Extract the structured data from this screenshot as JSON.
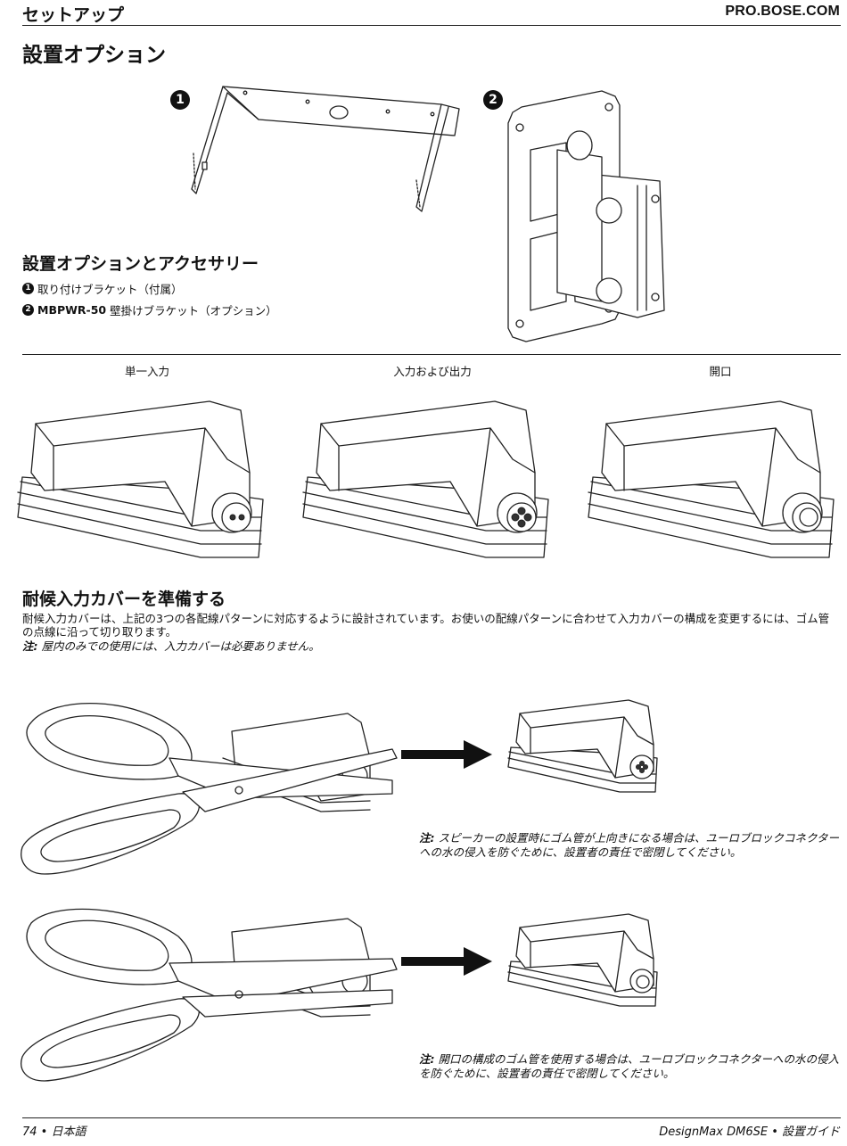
{
  "header": {
    "section": "セットアップ",
    "site": "PRO.BOSE.COM"
  },
  "title": "設置オプション",
  "figure_top": {
    "num1": "1",
    "num2": "2"
  },
  "accessories": {
    "heading": "設置オプションとアクセサリー",
    "items": [
      {
        "num": "1",
        "bold": "",
        "text": "取り付けブラケット（付属）"
      },
      {
        "num": "2",
        "bold": "MBPWR-50",
        "text": "壁掛けブラケット（オプション）"
      }
    ]
  },
  "covers": {
    "captions": [
      "単一入力",
      "入力および出力",
      "開口"
    ]
  },
  "prepare": {
    "heading": "耐候入力カバーを準備する",
    "body": "耐候入力カバーは、上記の3つの各配線パターンに対応するように設計されています。お使いの配線パターンに合わせて入力カバーの構成を変更するには、ゴム管の点線に沿って切り取ります。",
    "note_label": "注:",
    "note_text": " 屋内のみでの使用には、入力カバーは必要ありません。"
  },
  "cut_notes": [
    {
      "label": "注:",
      "text": " スピーカーの設置時にゴム管が上向きになる場合は、ユーロブロックコネクターへの水の侵入を防ぐために、設置者の責任で密閉してください。"
    },
    {
      "label": "注:",
      "text": " 開口の構成のゴム管を使用する場合は、ユーロブロックコネクターへの水の侵入を防ぐために、設置者の責任で密閉してください。"
    }
  ],
  "footer": {
    "page": "74 • 日本語",
    "doc": "DesignMax DM6SE • 設置ガイド"
  }
}
